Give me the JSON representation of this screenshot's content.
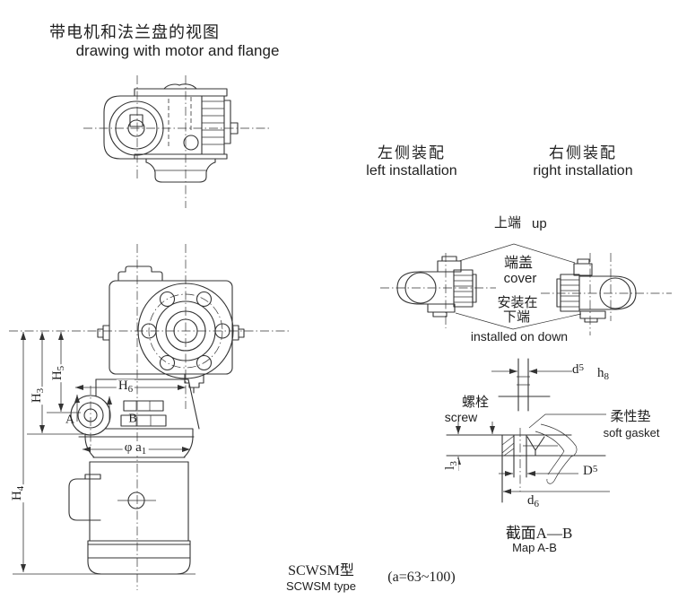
{
  "title": {
    "zh": "带电机和法兰盘的视图",
    "en": "drawing with motor and flange"
  },
  "installations": {
    "left": {
      "zh": "左侧装配",
      "en": "left installation"
    },
    "right": {
      "zh": "右侧装配",
      "en": "right installation"
    },
    "up": {
      "zh": "上端",
      "en": "up"
    },
    "cover": {
      "zh": "端盖",
      "en": "cover"
    },
    "installed": {
      "zh1": "安装在",
      "zh2": "下端",
      "en": "installed on down"
    }
  },
  "detail": {
    "screw": {
      "zh": "螺栓",
      "en": "screw"
    },
    "gasket": {
      "zh": "柔性垫",
      "en": "soft gasket"
    },
    "caption": {
      "zh": "截面A—B",
      "en": "Map A-B"
    }
  },
  "dims": {
    "h3": {
      "b": "H",
      "s": "3"
    },
    "h4": {
      "b": "H",
      "s": "4"
    },
    "h5": {
      "b": "H",
      "s": "5"
    },
    "h6": {
      "b": "H",
      "s": "6"
    },
    "a": "A",
    "b": "B",
    "phi_a1": {
      "b": "φ a",
      "s": "1"
    },
    "d5": {
      "b": "d",
      "s": "5"
    },
    "h8": {
      "b": "h",
      "s": "8"
    },
    "l3": {
      "b": "l",
      "s": "3"
    },
    "D5": {
      "b": "D",
      "s": "5"
    },
    "d6": {
      "b": "d",
      "s": "6"
    }
  },
  "footer": {
    "type_zh": "SCWSM型",
    "type_en": "SCWSM type",
    "range": "(a=63~100)"
  },
  "colors": {
    "line": "#333333",
    "text": "#1f1f1f",
    "background": "#ffffff"
  }
}
